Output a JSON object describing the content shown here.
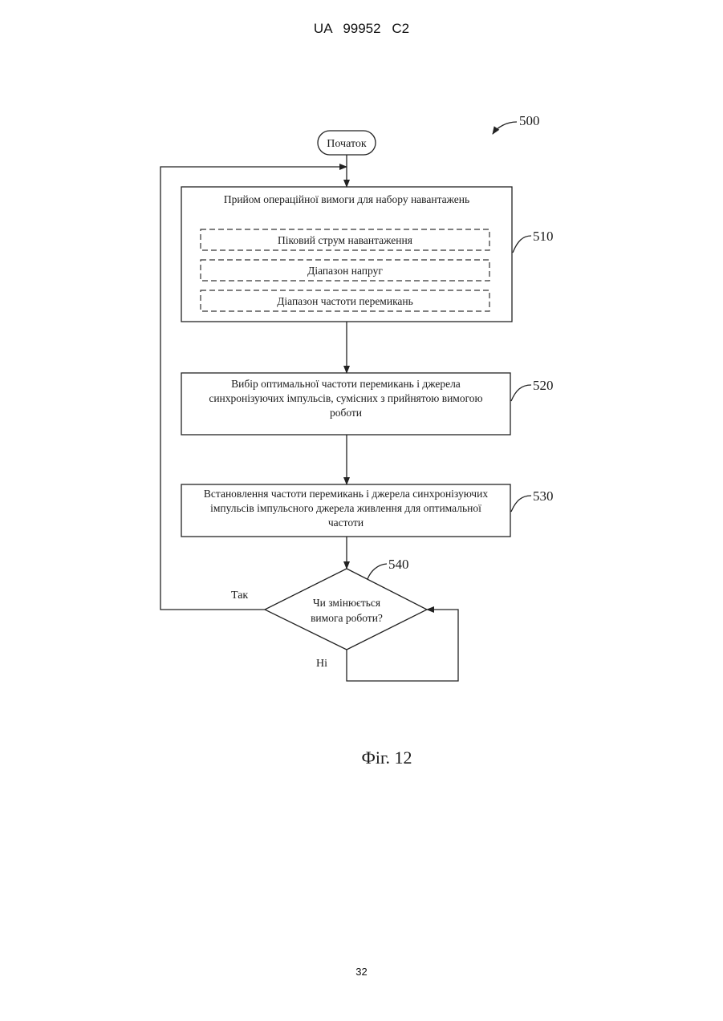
{
  "header": {
    "doc_id": "UA   99952   C2"
  },
  "page_number": "32",
  "figure": {
    "ref": "500",
    "caption": "Фіг. 12",
    "start": "Початок",
    "step_510": {
      "ref": "510",
      "title": "Прийом операційної вимоги для набору навантажень",
      "items": [
        "Піковий струм навантаження",
        "Діапазон напруг",
        "Діапазон частоти перемикань"
      ]
    },
    "step_520": {
      "ref": "520",
      "lines": [
        "Вибір оптимальної частоти перемикань і джерела",
        "синхронізуючих імпульсів, сумісних з прийнятою вимогою",
        "роботи"
      ]
    },
    "step_530": {
      "ref": "530",
      "lines": [
        "Встановлення частоти перемикань і джерела синхронізуючих",
        "імпульсів імпульсного джерела живлення для оптимальної",
        "частоти"
      ]
    },
    "decision_540": {
      "ref": "540",
      "lines": [
        "Чи змінюється",
        "вимога роботи?"
      ],
      "yes_label": "Так",
      "no_label": "Ні"
    }
  }
}
